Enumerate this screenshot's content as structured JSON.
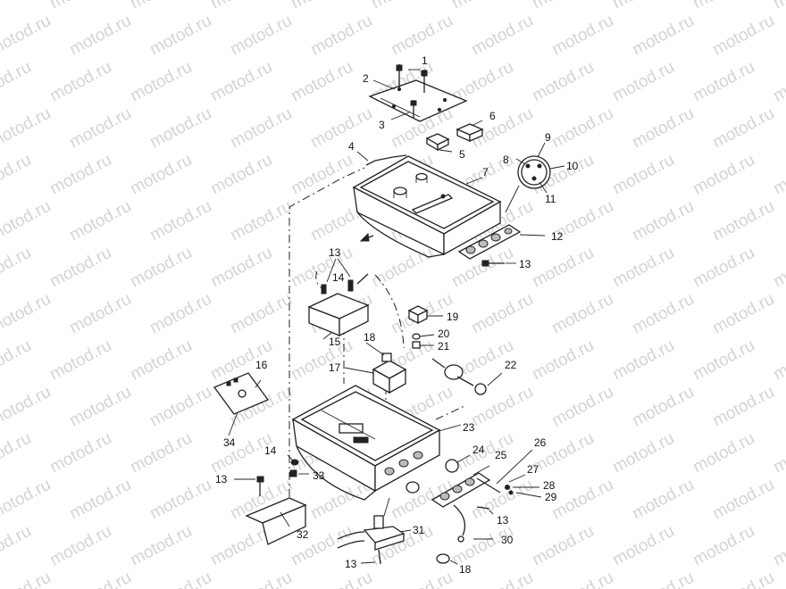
{
  "watermark": {
    "text": "motod.ru",
    "color": "#d4d4d4"
  },
  "diagram": {
    "type": "exploded parts diagram",
    "line_color": "#222222",
    "background": "#ffffff"
  },
  "callouts": [
    {
      "id": "c1",
      "label": "1"
    },
    {
      "id": "c2",
      "label": "2"
    },
    {
      "id": "c3",
      "label": "3"
    },
    {
      "id": "c4",
      "label": "4"
    },
    {
      "id": "c5",
      "label": "5"
    },
    {
      "id": "c6",
      "label": "6"
    },
    {
      "id": "c7",
      "label": "7"
    },
    {
      "id": "c8",
      "label": "8"
    },
    {
      "id": "c9",
      "label": "9"
    },
    {
      "id": "c10",
      "label": "10"
    },
    {
      "id": "c11",
      "label": "11"
    },
    {
      "id": "c12",
      "label": "12"
    },
    {
      "id": "c13a",
      "label": "13"
    },
    {
      "id": "c13b",
      "label": "13"
    },
    {
      "id": "c14a",
      "label": "14"
    },
    {
      "id": "c15",
      "label": "15"
    },
    {
      "id": "c16",
      "label": "16"
    },
    {
      "id": "c17",
      "label": "17"
    },
    {
      "id": "c18a",
      "label": "18"
    },
    {
      "id": "c19",
      "label": "19"
    },
    {
      "id": "c20",
      "label": "20"
    },
    {
      "id": "c21",
      "label": "21"
    },
    {
      "id": "c22",
      "label": "22"
    },
    {
      "id": "c23",
      "label": "23"
    },
    {
      "id": "c34",
      "label": "34"
    },
    {
      "id": "c14b",
      "label": "14"
    },
    {
      "id": "c24",
      "label": "24"
    },
    {
      "id": "c26",
      "label": "26"
    },
    {
      "id": "c25",
      "label": "25"
    },
    {
      "id": "c13c",
      "label": "13"
    },
    {
      "id": "c33",
      "label": "33"
    },
    {
      "id": "c27",
      "label": "27"
    },
    {
      "id": "c28",
      "label": "28"
    },
    {
      "id": "c29",
      "label": "29"
    },
    {
      "id": "c13d",
      "label": "13"
    },
    {
      "id": "c32",
      "label": "32"
    },
    {
      "id": "c31",
      "label": "31"
    },
    {
      "id": "c30",
      "label": "30"
    },
    {
      "id": "c13e",
      "label": "13"
    },
    {
      "id": "c18b",
      "label": "18"
    }
  ]
}
